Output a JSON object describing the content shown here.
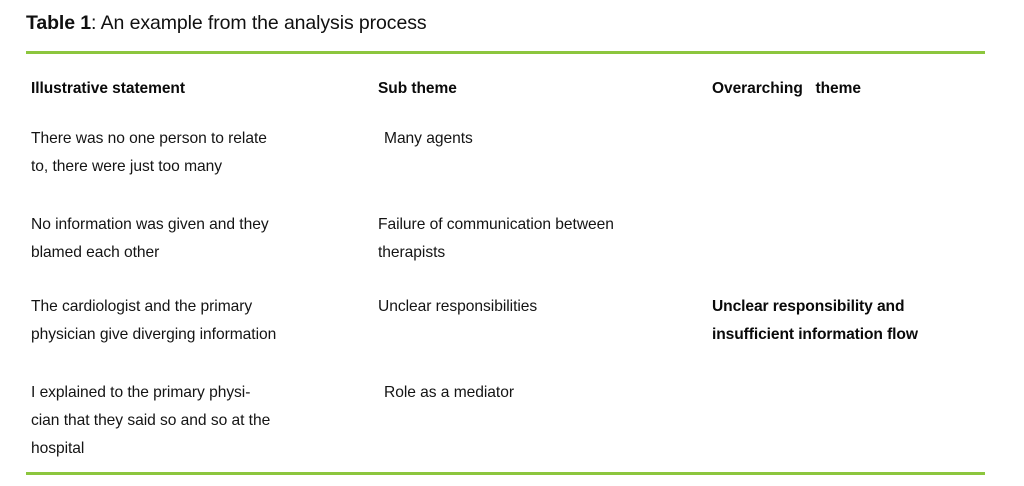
{
  "figure": {
    "caption_label": "Table 1",
    "caption_text": ": An example from the analysis process",
    "rule_color": "#8CC63E"
  },
  "table": {
    "headers": {
      "statement": "Illustrative statement",
      "sub_theme": "Sub theme",
      "overarching_theme": "Overarching   theme"
    },
    "rows": [
      {
        "statement": "There was no one person to relate\nto, there were just too many",
        "sub_theme": "Many agents",
        "overarching_theme": ""
      },
      {
        "statement": "No information was given and they\nblamed each other",
        "sub_theme": "Failure of communication between\ntherapists",
        "overarching_theme": ""
      },
      {
        "statement": "The cardiologist and the primary\nphysician give diverging information",
        "sub_theme": "Unclear responsibilities",
        "overarching_theme": "Unclear responsibility and\ninsufficient information flow"
      },
      {
        "statement": "I explained to the primary physi-\ncian that they said so and so at the\nhospital",
        "sub_theme": "Role as a mediator",
        "overarching_theme": ""
      }
    ]
  }
}
